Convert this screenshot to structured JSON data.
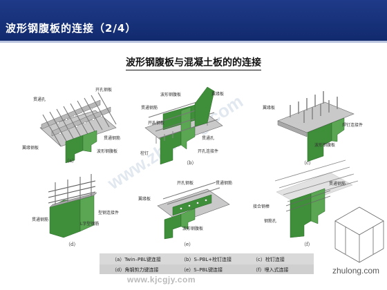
{
  "header": {
    "title": "波形钢腹板的连接（2/4）"
  },
  "subtitle": "波形钢腹板与混凝土板的的连接",
  "figures": {
    "a": {
      "caption": "（a）",
      "labels": [
        "贯通孔",
        "开孔钢板",
        "翼缘钢板",
        "贯通钢筋",
        "波形钢腹板"
      ]
    },
    "b": {
      "caption": "（b）",
      "labels": [
        "波形钢腹板",
        "翼缘板",
        "贯通钢筋",
        "开孔钢板",
        "贯通孔",
        "栓钉",
        "开孔连接件"
      ]
    },
    "c": {
      "caption": "（c）",
      "labels": [
        "翼缘板",
        "焊钉连接件",
        "波形钢腹板"
      ]
    },
    "d": {
      "caption": "（d）",
      "labels": [
        "贯通钢筋",
        "型钢连接件",
        "L字型钢筋"
      ]
    },
    "e": {
      "caption": "（e）",
      "labels": [
        "开孔钢板",
        "贯通钢筋",
        "翼缘板",
        "波形钢腹板"
      ]
    },
    "f": {
      "caption": "（f）",
      "labels": [
        "接合钢棒",
        "钢筋孔",
        "贯通钢筋"
      ]
    }
  },
  "legend": {
    "row1": [
      "（a）Twin–PBL键连接",
      "（b）S–PBL+栓钉连接",
      "（c）栓钉连接"
    ],
    "row2": [
      "（d）角钢剪力键连接",
      "（e）S–PBL键连接",
      "（f）埋入式连接"
    ]
  },
  "watermarks": {
    "site": "www.kjcgjy.com",
    "diagonal": "www.zhulong.com",
    "logo_text": "zhulong.com"
  },
  "colors": {
    "header_bg": "#1f3a88",
    "steel_green": "#3f8f3a",
    "legend_bg": "#d9d9d9"
  }
}
